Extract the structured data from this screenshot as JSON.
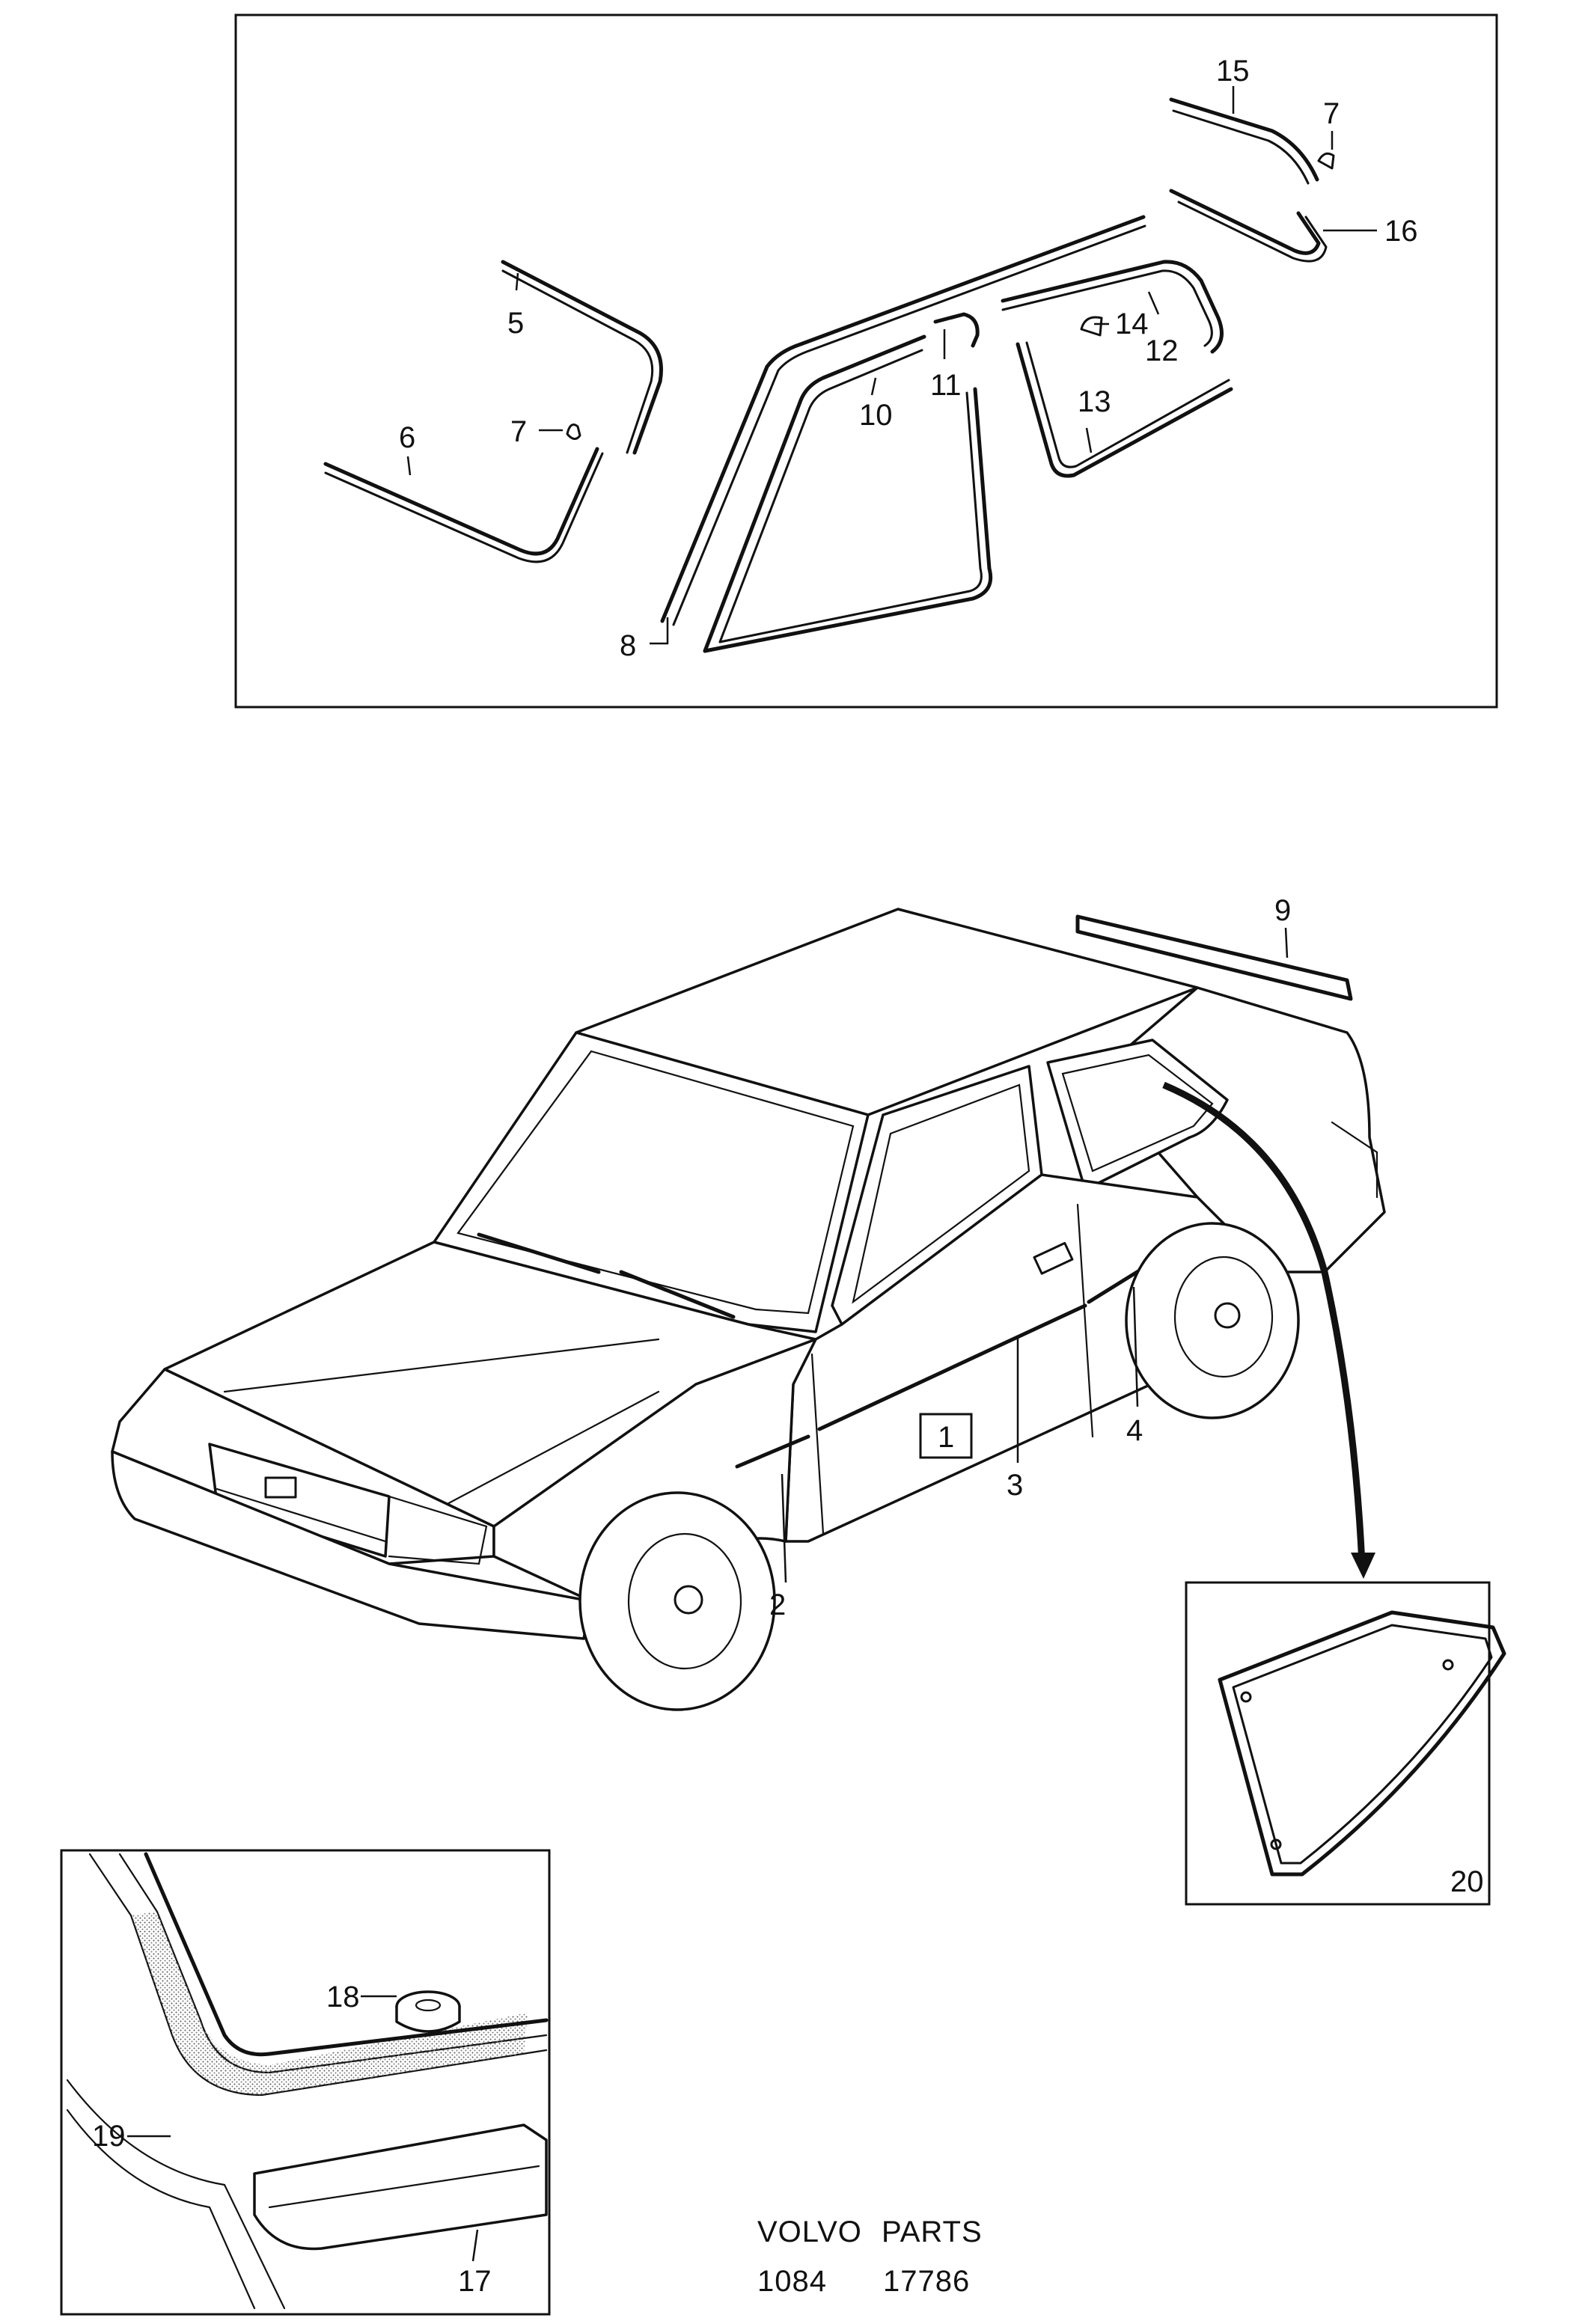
{
  "callouts": {
    "c1": "1",
    "c2": "2",
    "c3": "3",
    "c4": "4",
    "c5": "5",
    "c6": "6",
    "c7a": "7",
    "c7b": "7",
    "c8": "8",
    "c9": "9",
    "c10": "10",
    "c11": "11",
    "c12": "12",
    "c13": "13",
    "c14": "14",
    "c15": "15",
    "c16": "16",
    "c17": "17",
    "c18": "18",
    "c19": "19",
    "c20": "20"
  },
  "footer": {
    "line1_left": "VOLVO",
    "line1_right": "PARTS",
    "line2_left": "1084",
    "line2_right": "17786"
  }
}
